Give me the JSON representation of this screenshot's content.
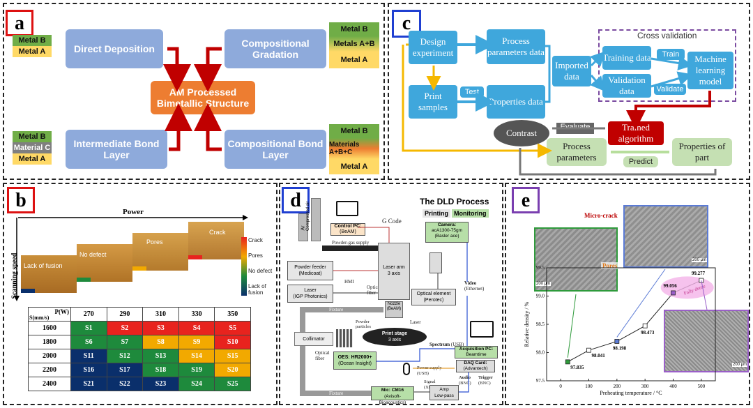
{
  "panel_a": {
    "tag": "a",
    "boxes": {
      "direct": "Direct Deposition",
      "gradation": "Compositional Gradation",
      "center": "AM Processed Bimetallic Structure",
      "intermediate": "Intermediate Bond Layer",
      "comp_bond": "Compositional Bond Layer"
    },
    "stacks": {
      "tl": [
        "Metal B",
        "Metal A"
      ],
      "tr": [
        "Metal B",
        "Metals A+B",
        "Metal A"
      ],
      "bl": [
        "Metal B",
        "Material C",
        "Metal A"
      ],
      "br": [
        "Metal B",
        "Materials A+B+C",
        "Metal A"
      ]
    },
    "colors": {
      "green": "#70ad47",
      "yellow": "#ffd966",
      "gray": "#7f7f7f",
      "orange": "#ed7d31",
      "blue": "#8eaadb",
      "arrow": "#c00000"
    }
  },
  "panel_b": {
    "tag": "b",
    "power_label": "Power",
    "speed_label": "Scanning speed",
    "images": [
      "Lack of fusion",
      "No defect",
      "Pores",
      "Crack"
    ],
    "legend": [
      "Crack",
      "Pores",
      "No defect",
      "Lack of fusion"
    ],
    "table": {
      "header_corner_p": "P(W)",
      "header_corner_s": "S(mm/s)",
      "powers": [
        "270",
        "290",
        "310",
        "330",
        "350"
      ],
      "rows": [
        {
          "speed": "1600",
          "cells": [
            "S1",
            "S2",
            "S3",
            "S4",
            "S5"
          ],
          "colors": [
            "#1e8a3c",
            "#e8231e",
            "#e8231e",
            "#e8231e",
            "#e8231e"
          ]
        },
        {
          "speed": "1800",
          "cells": [
            "S6",
            "S7",
            "S8",
            "S9",
            "S10"
          ],
          "colors": [
            "#1e8a3c",
            "#1e8a3c",
            "#f2a900",
            "#f2a900",
            "#e8231e"
          ]
        },
        {
          "speed": "2000",
          "cells": [
            "S11",
            "S12",
            "S13",
            "S14",
            "S15"
          ],
          "colors": [
            "#0a2f6b",
            "#1e8a3c",
            "#1e8a3c",
            "#f2a900",
            "#f2a900"
          ]
        },
        {
          "speed": "2200",
          "cells": [
            "S16",
            "S17",
            "S18",
            "S19",
            "S20"
          ],
          "colors": [
            "#0a2f6b",
            "#0a2f6b",
            "#1e8a3c",
            "#1e8a3c",
            "#f2a900"
          ]
        },
        {
          "speed": "2400",
          "cells": [
            "S21",
            "S22",
            "S23",
            "S24",
            "S25"
          ],
          "colors": [
            "#0a2f6b",
            "#0a2f6b",
            "#0a2f6b",
            "#1e8a3c",
            "#1e8a3c"
          ]
        }
      ]
    }
  },
  "panel_c": {
    "tag": "c",
    "design": "Design experiment",
    "process_data": "Process parameters data",
    "imported": "Imported data",
    "cross": "Cross validation",
    "training": "Training data",
    "train": "Train",
    "ml": "Machine learning model",
    "validation": "Validation data",
    "validate": "Validate",
    "print": "Print samples",
    "test": "Test",
    "prop_data": "Properties data",
    "contrast": "Contrast",
    "evaluate": "Evaluate",
    "trained": "Trained algorithm",
    "proc_params": "Process parameters",
    "predict": "Predict",
    "prop_part": "Properties of part"
  },
  "panel_d": {
    "tag": "d",
    "title": "The DLD Process",
    "printing": "Printing",
    "monitoring": "Monitoring",
    "labels": {
      "ar": "Ar",
      "comp_air": "Compressed air",
      "control_pc": "Control PC:",
      "beam": "(BeAM)",
      "gcode": "G Code",
      "camera": "Camera:",
      "camera_model": "acA1300-75gm",
      "basler": "(Basler ace)",
      "powder_gas": "Powder-gas supply",
      "powder_feeder": "Powder feeder",
      "medicoat": "(Medicoat)",
      "hmi": "HMI",
      "laser": "Laser",
      "ipg": "(IGP Photonics)",
      "optical_fiber": "Optical fiber",
      "laser_arm": "Laser arm",
      "axes3": "3 axis",
      "optical_element": "Optical element",
      "perotec": "(Perotec)",
      "video": "Video",
      "ethernet": "(Ethernet)",
      "fixture": "Fixture",
      "nozzle": "Nozzle",
      "powder_particles": "Powder particles",
      "print_stage": "Print stage",
      "stage_axis": "3 axis",
      "collimator": "Collimator",
      "spectrum": "Spectrum",
      "usb": "(USB)",
      "oes": "OES: HR2000+",
      "ocean": "(Ocean Insight)",
      "acq_pc": "Acquisition PC:",
      "beamtime": "Beamtime",
      "daq": "DAQ Card:",
      "advantech": "(Advantech)",
      "power_supply": "Power supply",
      "signal": "Signal",
      "xlr": "(XLR)",
      "audio": "Audio",
      "bnc": "(BNC)",
      "trigger": "Trigger",
      "mic": "Mic: CM16",
      "avisoft": "(Avisoft-Bioacoustics)",
      "amp": "Amp",
      "lowpass": "Low-pass"
    }
  },
  "panel_e": {
    "tag": "e",
    "micro_crack": "Micro-crack",
    "pores": "Pores",
    "fully_dense": "Fully dense",
    "scale": "200 μm",
    "chart_data": {
      "type": "line",
      "x": [
        25,
        100,
        200,
        300,
        400,
        500
      ],
      "y": [
        97.835,
        98.041,
        98.198,
        98.473,
        99.056,
        99.277
      ],
      "point_labels": [
        "97.835",
        "98.041",
        "98.198",
        "98.473",
        "99.056",
        "99.277"
      ],
      "xlabel": "Preheating temperature / °C",
      "ylabel": "Relative density / %",
      "xlim": [
        -50,
        550
      ],
      "ylim": [
        97.5,
        99.5
      ],
      "xticks": [
        "0",
        "100",
        "200",
        "300",
        "400",
        "500"
      ],
      "yticks": [
        "97.5",
        "98.0",
        "98.5",
        "99.0",
        "99.5"
      ]
    }
  }
}
